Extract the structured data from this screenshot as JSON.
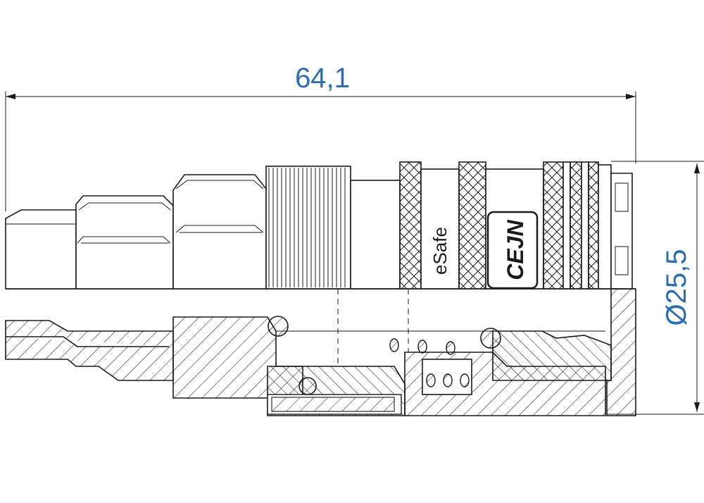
{
  "dimensions": {
    "length_label": "64,1",
    "diameter_label": "Ø25,5"
  },
  "markings": {
    "product_name": "eSafe",
    "brand_logo": "CEJN"
  },
  "colors": {
    "dimension": "#2a6db5",
    "line": "#1a1a1a",
    "background": "#ffffff"
  }
}
